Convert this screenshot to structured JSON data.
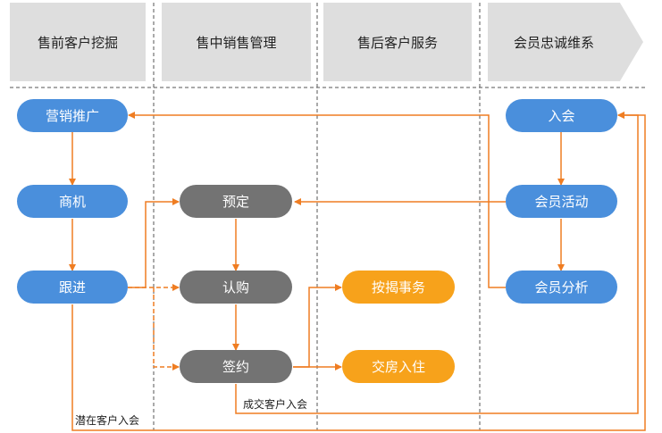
{
  "columns": [
    "售前客户挖掘",
    "售中销售管理",
    "售后客户服务",
    "会员忠诚维系"
  ],
  "nodes": {
    "marketing": "营销推广",
    "opportunity": "商机",
    "follow_up": "跟进",
    "reserve": "预定",
    "subscribe": "认购",
    "sign": "签约",
    "mortgage": "按揭事务",
    "handover": "交房入住",
    "join": "入会",
    "member_activity": "会员活动",
    "member_analysis": "会员分析"
  },
  "edge_labels": {
    "potential_join": "潜在客户入会",
    "deal_join": "成交客户入会"
  },
  "colors": {
    "blue": "#4a8fdc",
    "gray": "#737373",
    "orange": "#f7a21b",
    "arrow": "#ef7d22",
    "header": "#dedede"
  }
}
